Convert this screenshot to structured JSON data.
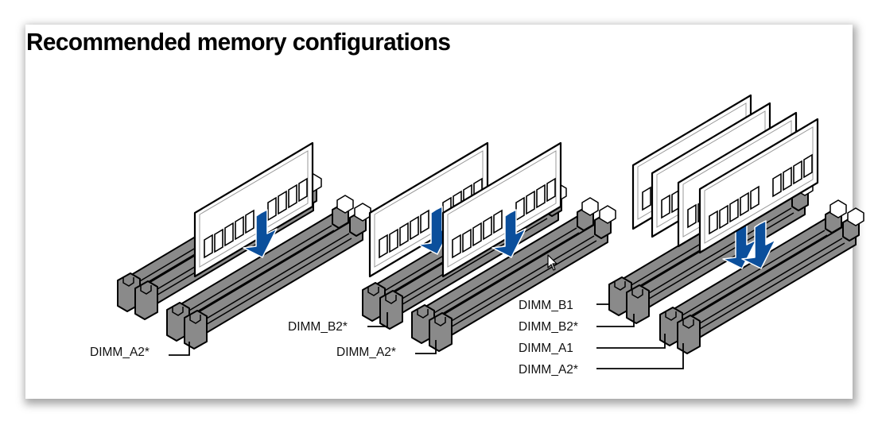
{
  "title": "Recommended memory configurations",
  "colors": {
    "arrow": "#0b4f9c",
    "slot": "#8a8a8a",
    "module": "#ffffff",
    "outline": "#000000"
  },
  "configurations": [
    {
      "name": "one-module",
      "modules": 1,
      "labels": [
        "DIMM_A2*"
      ]
    },
    {
      "name": "two-modules",
      "modules": 2,
      "labels": [
        "DIMM_B2*",
        "DIMM_A2*"
      ]
    },
    {
      "name": "four-modules",
      "modules": 4,
      "labels": [
        "DIMM_B1",
        "DIMM_B2*",
        "DIMM_A1",
        "DIMM_A2*"
      ]
    }
  ],
  "cursor_icon": "mouse-pointer-icon"
}
